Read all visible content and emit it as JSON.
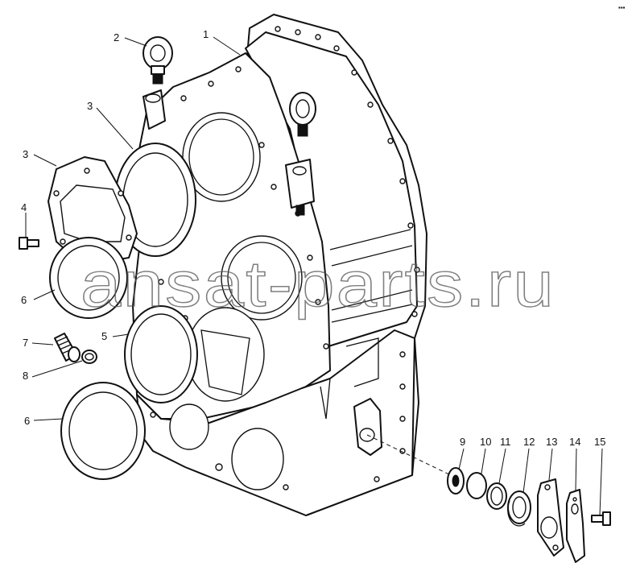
{
  "corner_mark": "▪▪▪",
  "watermark": "ansat-parts.ru",
  "callouts": [
    {
      "id": "1",
      "label": "1"
    },
    {
      "id": "2",
      "label": "2"
    },
    {
      "id": "3a",
      "label": "3"
    },
    {
      "id": "3b",
      "label": "3"
    },
    {
      "id": "4",
      "label": "4"
    },
    {
      "id": "5",
      "label": "5"
    },
    {
      "id": "6a",
      "label": "6"
    },
    {
      "id": "6b",
      "label": "6"
    },
    {
      "id": "7",
      "label": "7"
    },
    {
      "id": "8",
      "label": "8"
    },
    {
      "id": "9",
      "label": "9"
    },
    {
      "id": "10",
      "label": "10"
    },
    {
      "id": "11",
      "label": "11"
    },
    {
      "id": "12",
      "label": "12"
    },
    {
      "id": "13",
      "label": "13"
    },
    {
      "id": "14",
      "label": "14"
    },
    {
      "id": "15",
      "label": "15"
    }
  ]
}
